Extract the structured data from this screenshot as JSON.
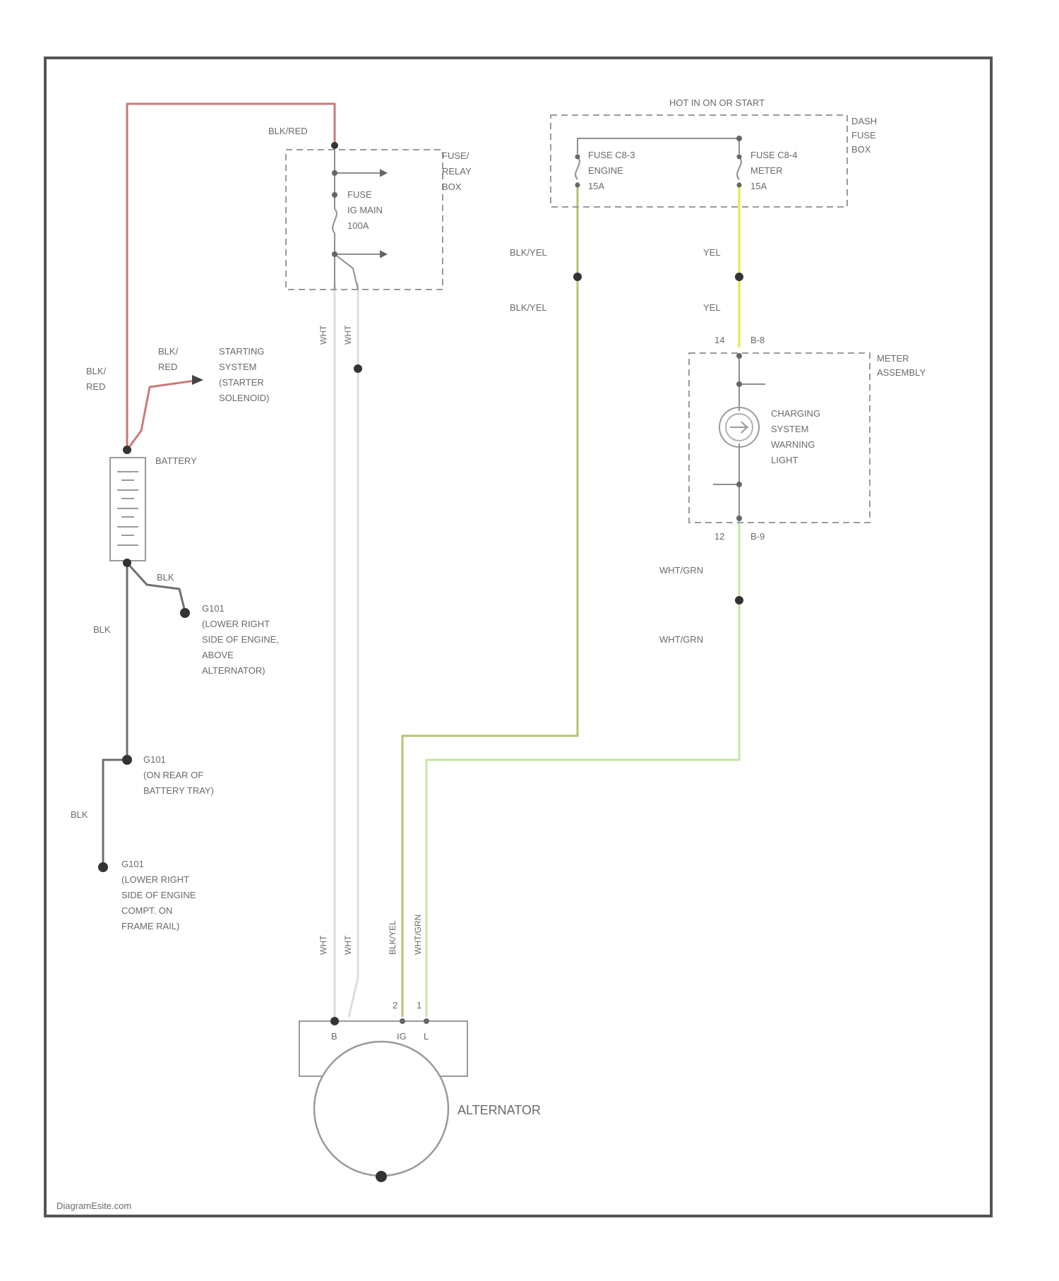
{
  "colors": {
    "frame": "#555555",
    "wire_blk_red": "#c97a7a",
    "wire_blk": "#707070",
    "wire_wht": "#dcdcdc",
    "wire_blk_yel": "#b7c36e",
    "wire_yel": "#e6ea3c",
    "wire_wht_grn": "#c6e6a0"
  },
  "header": {
    "hot_label": "HOT IN ON OR START"
  },
  "dash_fuse_box": {
    "label_lines": [
      "DASH",
      "FUSE",
      "BOX"
    ],
    "fuse_left_lines": [
      "FUSE C8-3",
      "ENGINE",
      "15A"
    ],
    "fuse_right_lines": [
      "FUSE C8-4",
      "METER",
      "15A"
    ]
  },
  "relay_box": {
    "label_lines": [
      "FUSE/",
      "RELAY",
      "BOX"
    ],
    "fuse_lines": [
      "FUSE",
      "IG MAIN",
      "100A"
    ]
  },
  "battery": {
    "label": "BATTERY"
  },
  "starting_system": {
    "label_lines": [
      "STARTING",
      "SYSTEM",
      "(STARTER",
      "SOLENOID)"
    ]
  },
  "meter_assembly": {
    "label_lines": [
      "METER",
      "ASSEMBLY"
    ],
    "lamp_lines": [
      "CHARGING",
      "SYSTEM",
      "WARNING",
      "LIGHT"
    ],
    "pin_top": "14",
    "conn_top": "B-8",
    "pin_bottom": "12",
    "conn_bottom": "B-9"
  },
  "grounds": {
    "g1_lines": [
      "G101",
      "(LOWER RIGHT",
      "SIDE OF ENGINE,",
      "ABOVE",
      "ALTERNATOR)"
    ],
    "g2_lines": [
      "G101",
      "(ON REAR OF",
      "BATTERY TRAY)"
    ],
    "g3_lines": [
      "G101",
      "(LOWER RIGHT",
      "SIDE OF ENGINE",
      "COMPT. ON",
      "FRAME RAIL)"
    ]
  },
  "wire_labels": {
    "blk_red_top": "BLK/RED",
    "blk_red_left": [
      "BLK/",
      "RED"
    ],
    "blk_red_starter": [
      "BLK/",
      "RED"
    ],
    "blk_neg": "BLK",
    "blk_left_1": "BLK",
    "blk_left_2": "BLK",
    "wht_a": "WHT",
    "wht_b": "WHT",
    "wht_c": "WHT",
    "wht_d": "WHT",
    "blk_yel_1": "BLK/YEL",
    "blk_yel_2": "BLK/YEL",
    "blk_yel_v": "BLK/YEL",
    "yel_1": "YEL",
    "yel_2": "YEL",
    "wht_grn_1": "WHT/GRN",
    "wht_grn_2": "WHT/GRN",
    "wht_grn_v": "WHT/GRN"
  },
  "alternator": {
    "label": "ALTERNATOR",
    "terminal_b": "B",
    "terminal_ig": "IG",
    "terminal_l": "L",
    "pin_ig": "2",
    "pin_l": "1"
  },
  "footer": {
    "watermark": "DiagramEsite.com"
  }
}
